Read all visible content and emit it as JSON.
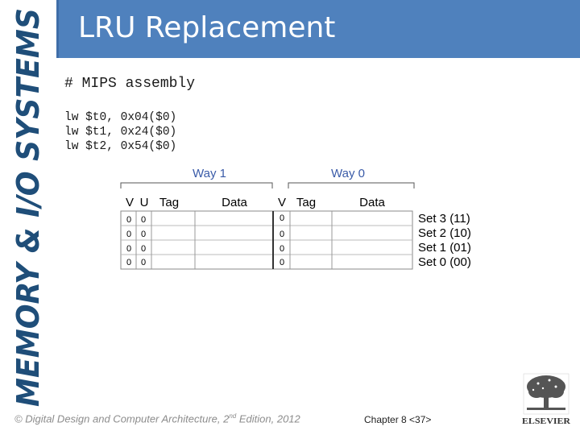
{
  "side_title": "MEMORY & I/O SYSTEMS",
  "slide_title": "LRU Replacement",
  "code": {
    "comment": "# MIPS assembly",
    "lines": [
      "lw $t0, 0x04($0)",
      "lw $t1, 0x24($0)",
      "lw $t2, 0x54($0)"
    ]
  },
  "cache": {
    "way1_label": "Way 1",
    "way0_label": "Way 0",
    "way1_headers": [
      "V",
      "U",
      "Tag",
      "Data"
    ],
    "way0_headers": [
      "V",
      "Tag",
      "Data"
    ],
    "rows": [
      {
        "way1_v": "0",
        "way1_u": "0",
        "way0_v": "0",
        "set_label": "Set 3 (11)"
      },
      {
        "way1_v": "0",
        "way1_u": "0",
        "way0_v": "0",
        "set_label": "Set 2 (10)"
      },
      {
        "way1_v": "0",
        "way1_u": "0",
        "way0_v": "0",
        "set_label": "Set 1 (01)"
      },
      {
        "way1_v": "0",
        "way1_u": "0",
        "way0_v": "0",
        "set_label": "Set 0 (00)"
      }
    ]
  },
  "footer": {
    "copyright_prefix": "© Digital Design and Computer Architecture, 2",
    "copyright_sup": "nd",
    "copyright_suffix": " Edition, 2012",
    "chapter": "Chapter 8 <37>"
  },
  "logo_text": "ELSEVIER",
  "colors": {
    "accent": "#4f81bd",
    "side_title": "#1f4e79"
  }
}
